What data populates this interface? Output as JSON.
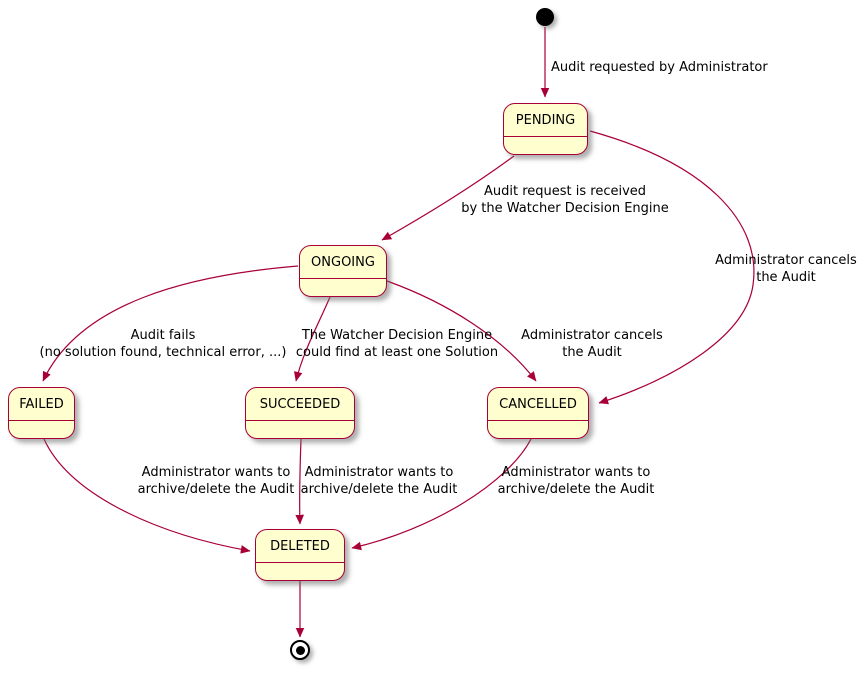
{
  "diagram": {
    "type": "state-diagram",
    "colors": {
      "state_fill": "#FEFECE",
      "state_border": "#A80036",
      "arrow": "#A80036",
      "text": "#000000",
      "background": "#FFFFFF"
    },
    "states": [
      {
        "id": "pending",
        "label": "PENDING"
      },
      {
        "id": "ongoing",
        "label": "ONGOING"
      },
      {
        "id": "failed",
        "label": "FAILED"
      },
      {
        "id": "succeeded",
        "label": "SUCCEEDED"
      },
      {
        "id": "cancelled",
        "label": "CANCELLED"
      },
      {
        "id": "deleted",
        "label": "DELETED"
      }
    ],
    "transitions": [
      {
        "from": "initial",
        "to": "pending",
        "label": "Audit requested by Administrator"
      },
      {
        "from": "pending",
        "to": "ongoing",
        "label": "Audit request is received\nby the Watcher Decision Engine"
      },
      {
        "from": "pending",
        "to": "cancelled",
        "label": "Administrator cancels\nthe Audit"
      },
      {
        "from": "ongoing",
        "to": "failed",
        "label": "Audit fails\n(no solution found, technical error, ...)"
      },
      {
        "from": "ongoing",
        "to": "succeeded",
        "label": "The Watcher Decision Engine\ncould find at least one Solution"
      },
      {
        "from": "ongoing",
        "to": "cancelled",
        "label": "Administrator cancels\nthe Audit"
      },
      {
        "from": "failed",
        "to": "deleted",
        "label": "Administrator wants to\narchive/delete the Audit"
      },
      {
        "from": "succeeded",
        "to": "deleted",
        "label": "Administrator wants to\narchive/delete the Audit"
      },
      {
        "from": "cancelled",
        "to": "deleted",
        "label": "Administrator wants to\narchive/delete the Audit"
      },
      {
        "from": "deleted",
        "to": "final",
        "label": ""
      }
    ]
  }
}
